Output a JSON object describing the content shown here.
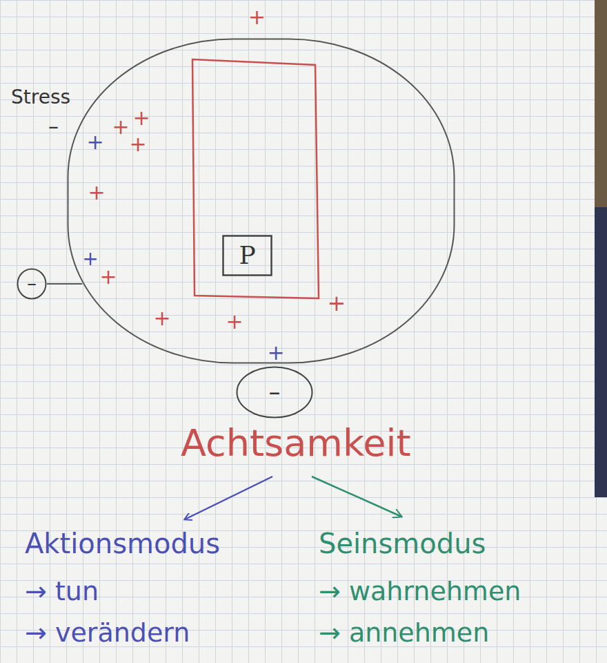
{
  "diagram": {
    "nodes": [
      {
        "text": [
          "+",
          "+",
          "+",
          "+",
          "+",
          "+",
          "+",
          "+",
          "+",
          "+",
          "+"
        ]
      },
      {
        "text": [
          "P"
        ],
        "in": 0
      },
      {
        "text": [
          "–"
        ]
      },
      {
        "text": [
          "–"
        ]
      }
    ],
    "edges": [
      {
        "from": 2,
        "to": 0,
        "arrow": "none"
      }
    ],
    "labels": [
      "+",
      "Stress",
      "–",
      "Achtsamkeit",
      "Aktionsmodus",
      "→ tun",
      "→ verändern",
      "Seinsmodus",
      "→ wahrnehmen",
      "→ annehmen"
    ]
  }
}
